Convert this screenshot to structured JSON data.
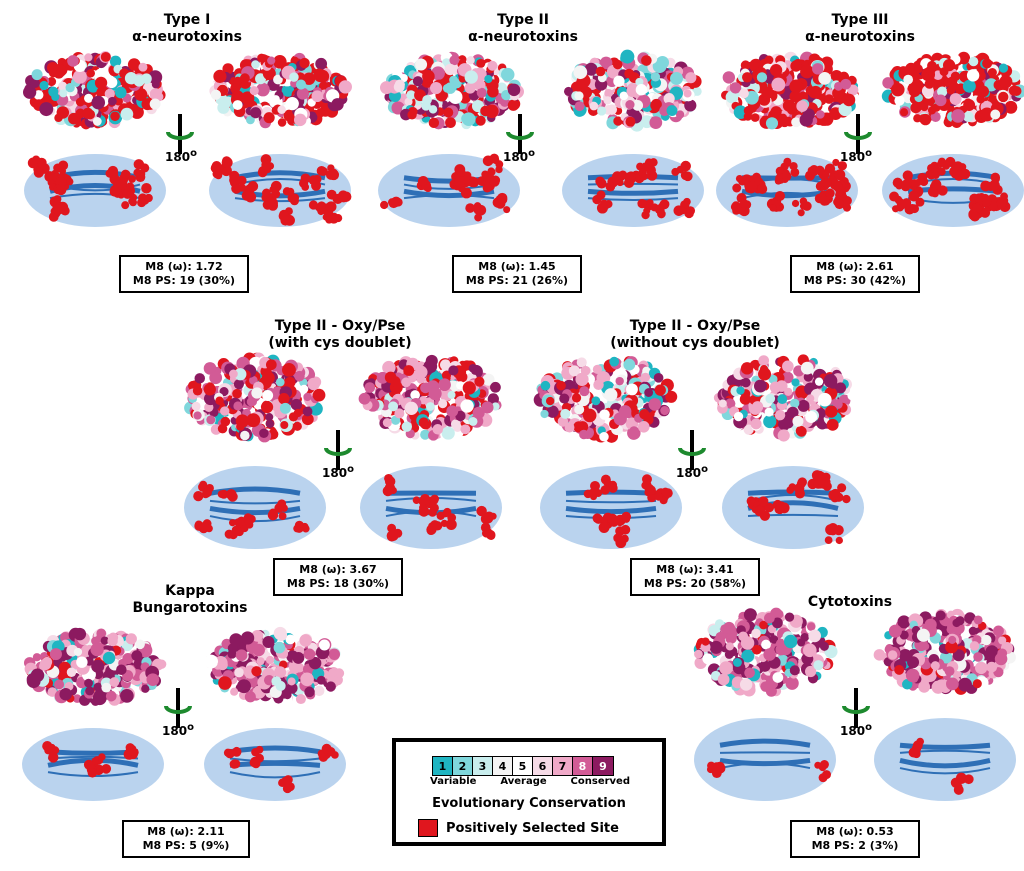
{
  "panels": [
    {
      "id": "type1",
      "title": [
        "Type I",
        "α-neurotoxins"
      ],
      "rotation": "180",
      "omega_label": "M8 (ω): 1.72",
      "ps_label": "M8 PS:  19 (30%)"
    },
    {
      "id": "type2",
      "title": [
        "Type II",
        "α-neurotoxins"
      ],
      "rotation": "180",
      "omega_label": "M8 (ω): 1.45",
      "ps_label": "M8 PS:  21 (26%)"
    },
    {
      "id": "type3",
      "title": [
        "Type III",
        "α-neurotoxins"
      ],
      "rotation": "180",
      "omega_label": "M8 (ω): 2.61",
      "ps_label": "M8 PS:  30 (42%)"
    },
    {
      "id": "oxy_with",
      "title": [
        "Type II - Oxy/Pse",
        "(with cys doublet)"
      ],
      "rotation": "180",
      "omega_label": "M8 (ω): 3.67",
      "ps_label": "M8 PS:  18 (30%)"
    },
    {
      "id": "oxy_without",
      "title": [
        "Type II - Oxy/Pse",
        "(without cys doublet)"
      ],
      "rotation": "180",
      "omega_label": "M8 (ω): 3.41",
      "ps_label": "M8 PS:  20 (58%)"
    },
    {
      "id": "kappa",
      "title": [
        "Kappa",
        "Bungarotoxins"
      ],
      "rotation": "180",
      "omega_label": "M8 (ω): 2.11",
      "ps_label": "M8 PS:  5 (9%)"
    },
    {
      "id": "cyto",
      "title": [
        "Cytotoxins"
      ],
      "rotation": "180",
      "omega_label": "M8 (ω): 0.53",
      "ps_label": "M8 PS:  2 (3%)"
    }
  ],
  "legend": {
    "scale": [
      "1",
      "2",
      "3",
      "4",
      "5",
      "6",
      "7",
      "8",
      "9"
    ],
    "scale_colors": [
      "#1fb5c2",
      "#7fd7dc",
      "#c9eeee",
      "#f4f4f4",
      "#ffffff",
      "#f6dbe7",
      "#f0a9c8",
      "#d25b96",
      "#8c1a60"
    ],
    "scale_low": "Variable",
    "scale_mid": "Average",
    "scale_high": "Conserved",
    "title": "Evolutionary Conservation",
    "ps_label": "Positively Selected Site",
    "ps_color": "#e0161e"
  },
  "colors": {
    "rotation_arrow": "#1d8a2e",
    "surface": "#a9c8ea",
    "ribbon": "#2e6fb6"
  }
}
